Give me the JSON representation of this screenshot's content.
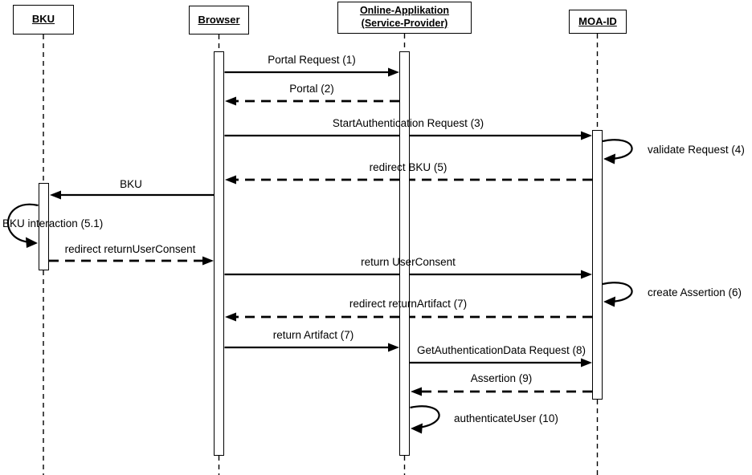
{
  "diagram": {
    "type": "uml-sequence-diagram",
    "colors": {
      "line": "#000000",
      "background": "#ffffff"
    },
    "participants": [
      {
        "id": "bku",
        "label": "BKU"
      },
      {
        "id": "browser",
        "label": "Browser"
      },
      {
        "id": "online-app",
        "label": "Online-Applikation (Service-Provider)"
      },
      {
        "id": "moa-id",
        "label": "MOA-ID"
      }
    ],
    "messages": [
      {
        "label": "Portal Request (1)",
        "from": "Browser",
        "to": "Online-Applikation (Service-Provider)",
        "style": "solid"
      },
      {
        "label": "Portal (2)",
        "from": "Online-Applikation (Service-Provider)",
        "to": "Browser",
        "style": "dashed"
      },
      {
        "label": "StartAuthentication Request (3)",
        "from": "Browser",
        "to": "MOA-ID",
        "style": "solid"
      },
      {
        "label": "validate Request (4)",
        "on": "MOA-ID",
        "style": "self-loop"
      },
      {
        "label": "redirect BKU (5)",
        "from": "MOA-ID",
        "to": "Browser",
        "style": "dashed"
      },
      {
        "label": "BKU",
        "from": "Browser",
        "to": "BKU",
        "style": "solid"
      },
      {
        "label": "BKU interaction (5.1)",
        "on": "BKU",
        "style": "self-loop"
      },
      {
        "label": "redirect returnUserConsent",
        "from": "BKU",
        "to": "Browser",
        "style": "dashed"
      },
      {
        "label": "return UserConsent",
        "from": "Browser",
        "to": "MOA-ID",
        "style": "solid"
      },
      {
        "label": "create Assertion (6)",
        "on": "MOA-ID",
        "style": "self-loop"
      },
      {
        "label": "redirect returnArtifact (7)",
        "from": "MOA-ID",
        "to": "Browser",
        "style": "dashed"
      },
      {
        "label": "return Artifact (7)",
        "from": "Browser",
        "to": "Online-Applikation (Service-Provider)",
        "style": "solid"
      },
      {
        "label": "GetAuthenticationData Request (8)",
        "from": "Online-Applikation (Service-Provider)",
        "to": "MOA-ID",
        "style": "solid"
      },
      {
        "label": "Assertion (9)",
        "from": "MOA-ID",
        "to": "Online-Applikation (Service-Provider)",
        "style": "dashed"
      },
      {
        "label": "authenticateUser (10)",
        "on": "Online-Applikation (Service-Provider)",
        "style": "self-loop"
      }
    ]
  }
}
